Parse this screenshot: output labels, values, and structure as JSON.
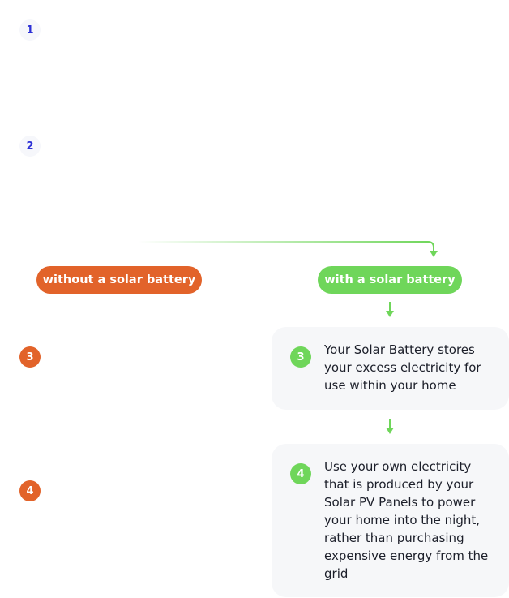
{
  "steps_left": {
    "badge_1": "1",
    "badge_2": "2",
    "badge_3": "3",
    "badge_4": "4"
  },
  "branches": {
    "without_label": "without a solar battery",
    "with_label": "with a solar battery"
  },
  "cards": [
    {
      "number": "3",
      "text": "Your Solar Battery stores your excess electricity for use within your home"
    },
    {
      "number": "4",
      "text": "Use your own electricity that is produced by your Solar PV Panels to power your home into the night, rather than purchasing expensive energy from the grid"
    }
  ],
  "colors": {
    "orange": "#e2632a",
    "green": "#6fd65a",
    "blue_number": "#2b2fd6",
    "card_background": "#f6f7f9"
  },
  "icons": {
    "connector": "arrow-down-icon"
  }
}
